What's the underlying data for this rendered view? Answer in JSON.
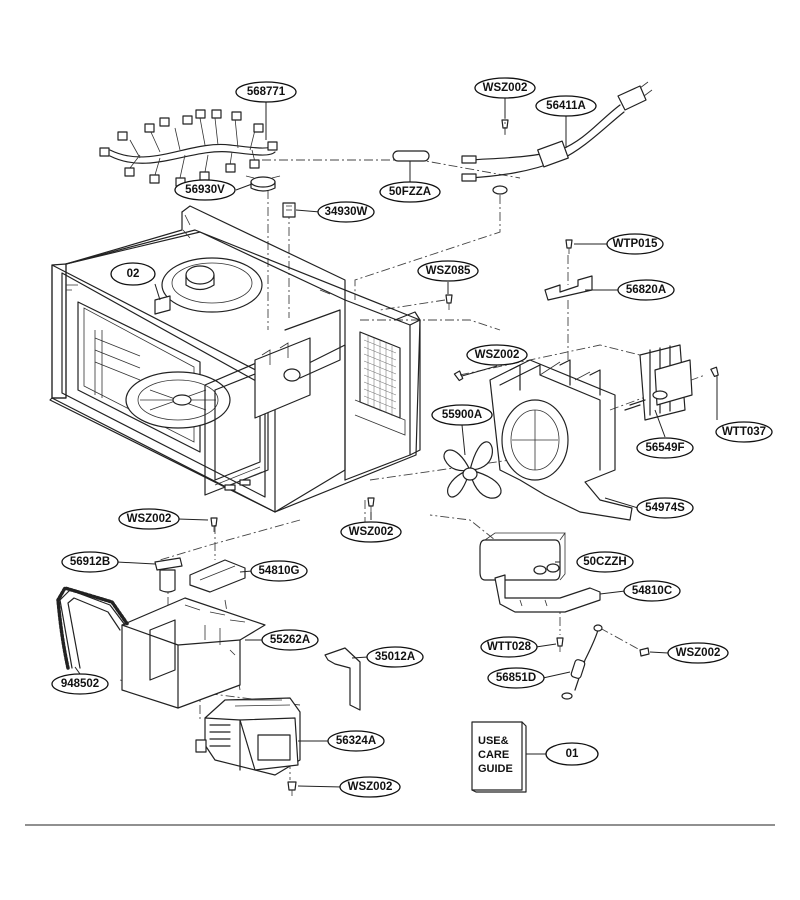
{
  "diagram": {
    "colors": {
      "line": "#222222",
      "background": "#ffffff"
    },
    "callouts": [
      {
        "id": "568771",
        "label": "568771"
      },
      {
        "id": "WSZ002-top",
        "label": "WSZ002"
      },
      {
        "id": "56411A",
        "label": "56411A"
      },
      {
        "id": "56930V",
        "label": "56930V"
      },
      {
        "id": "50FZZA",
        "label": "50FZZA"
      },
      {
        "id": "34930W",
        "label": "34930W"
      },
      {
        "id": "WTP015",
        "label": "WTP015"
      },
      {
        "id": "02",
        "label": "02"
      },
      {
        "id": "WSZ085",
        "label": "WSZ085"
      },
      {
        "id": "56820A",
        "label": "56820A"
      },
      {
        "id": "WSZ002-mid",
        "label": "WSZ002"
      },
      {
        "id": "55900A",
        "label": "55900A"
      },
      {
        "id": "WTT037",
        "label": "WTT037"
      },
      {
        "id": "56549F",
        "label": "56549F"
      },
      {
        "id": "54974S",
        "label": "54974S"
      },
      {
        "id": "WSZ002-left",
        "label": "WSZ002"
      },
      {
        "id": "WSZ002-center",
        "label": "WSZ002"
      },
      {
        "id": "56912B",
        "label": "56912B"
      },
      {
        "id": "54810G",
        "label": "54810G"
      },
      {
        "id": "50CZZH",
        "label": "50CZZH"
      },
      {
        "id": "54810C",
        "label": "54810C"
      },
      {
        "id": "55262A",
        "label": "55262A"
      },
      {
        "id": "35012A",
        "label": "35012A"
      },
      {
        "id": "WTT028",
        "label": "WTT028"
      },
      {
        "id": "WSZ002-right",
        "label": "WSZ002"
      },
      {
        "id": "948502",
        "label": "948502"
      },
      {
        "id": "56851D",
        "label": "56851D"
      },
      {
        "id": "56324A",
        "label": "56324A"
      },
      {
        "id": "01",
        "label": "01"
      },
      {
        "id": "WSZ002-bottom",
        "label": "WSZ002"
      }
    ],
    "guide_booklet": {
      "lines": [
        "USE&",
        "CARE",
        "GUIDE"
      ]
    }
  }
}
